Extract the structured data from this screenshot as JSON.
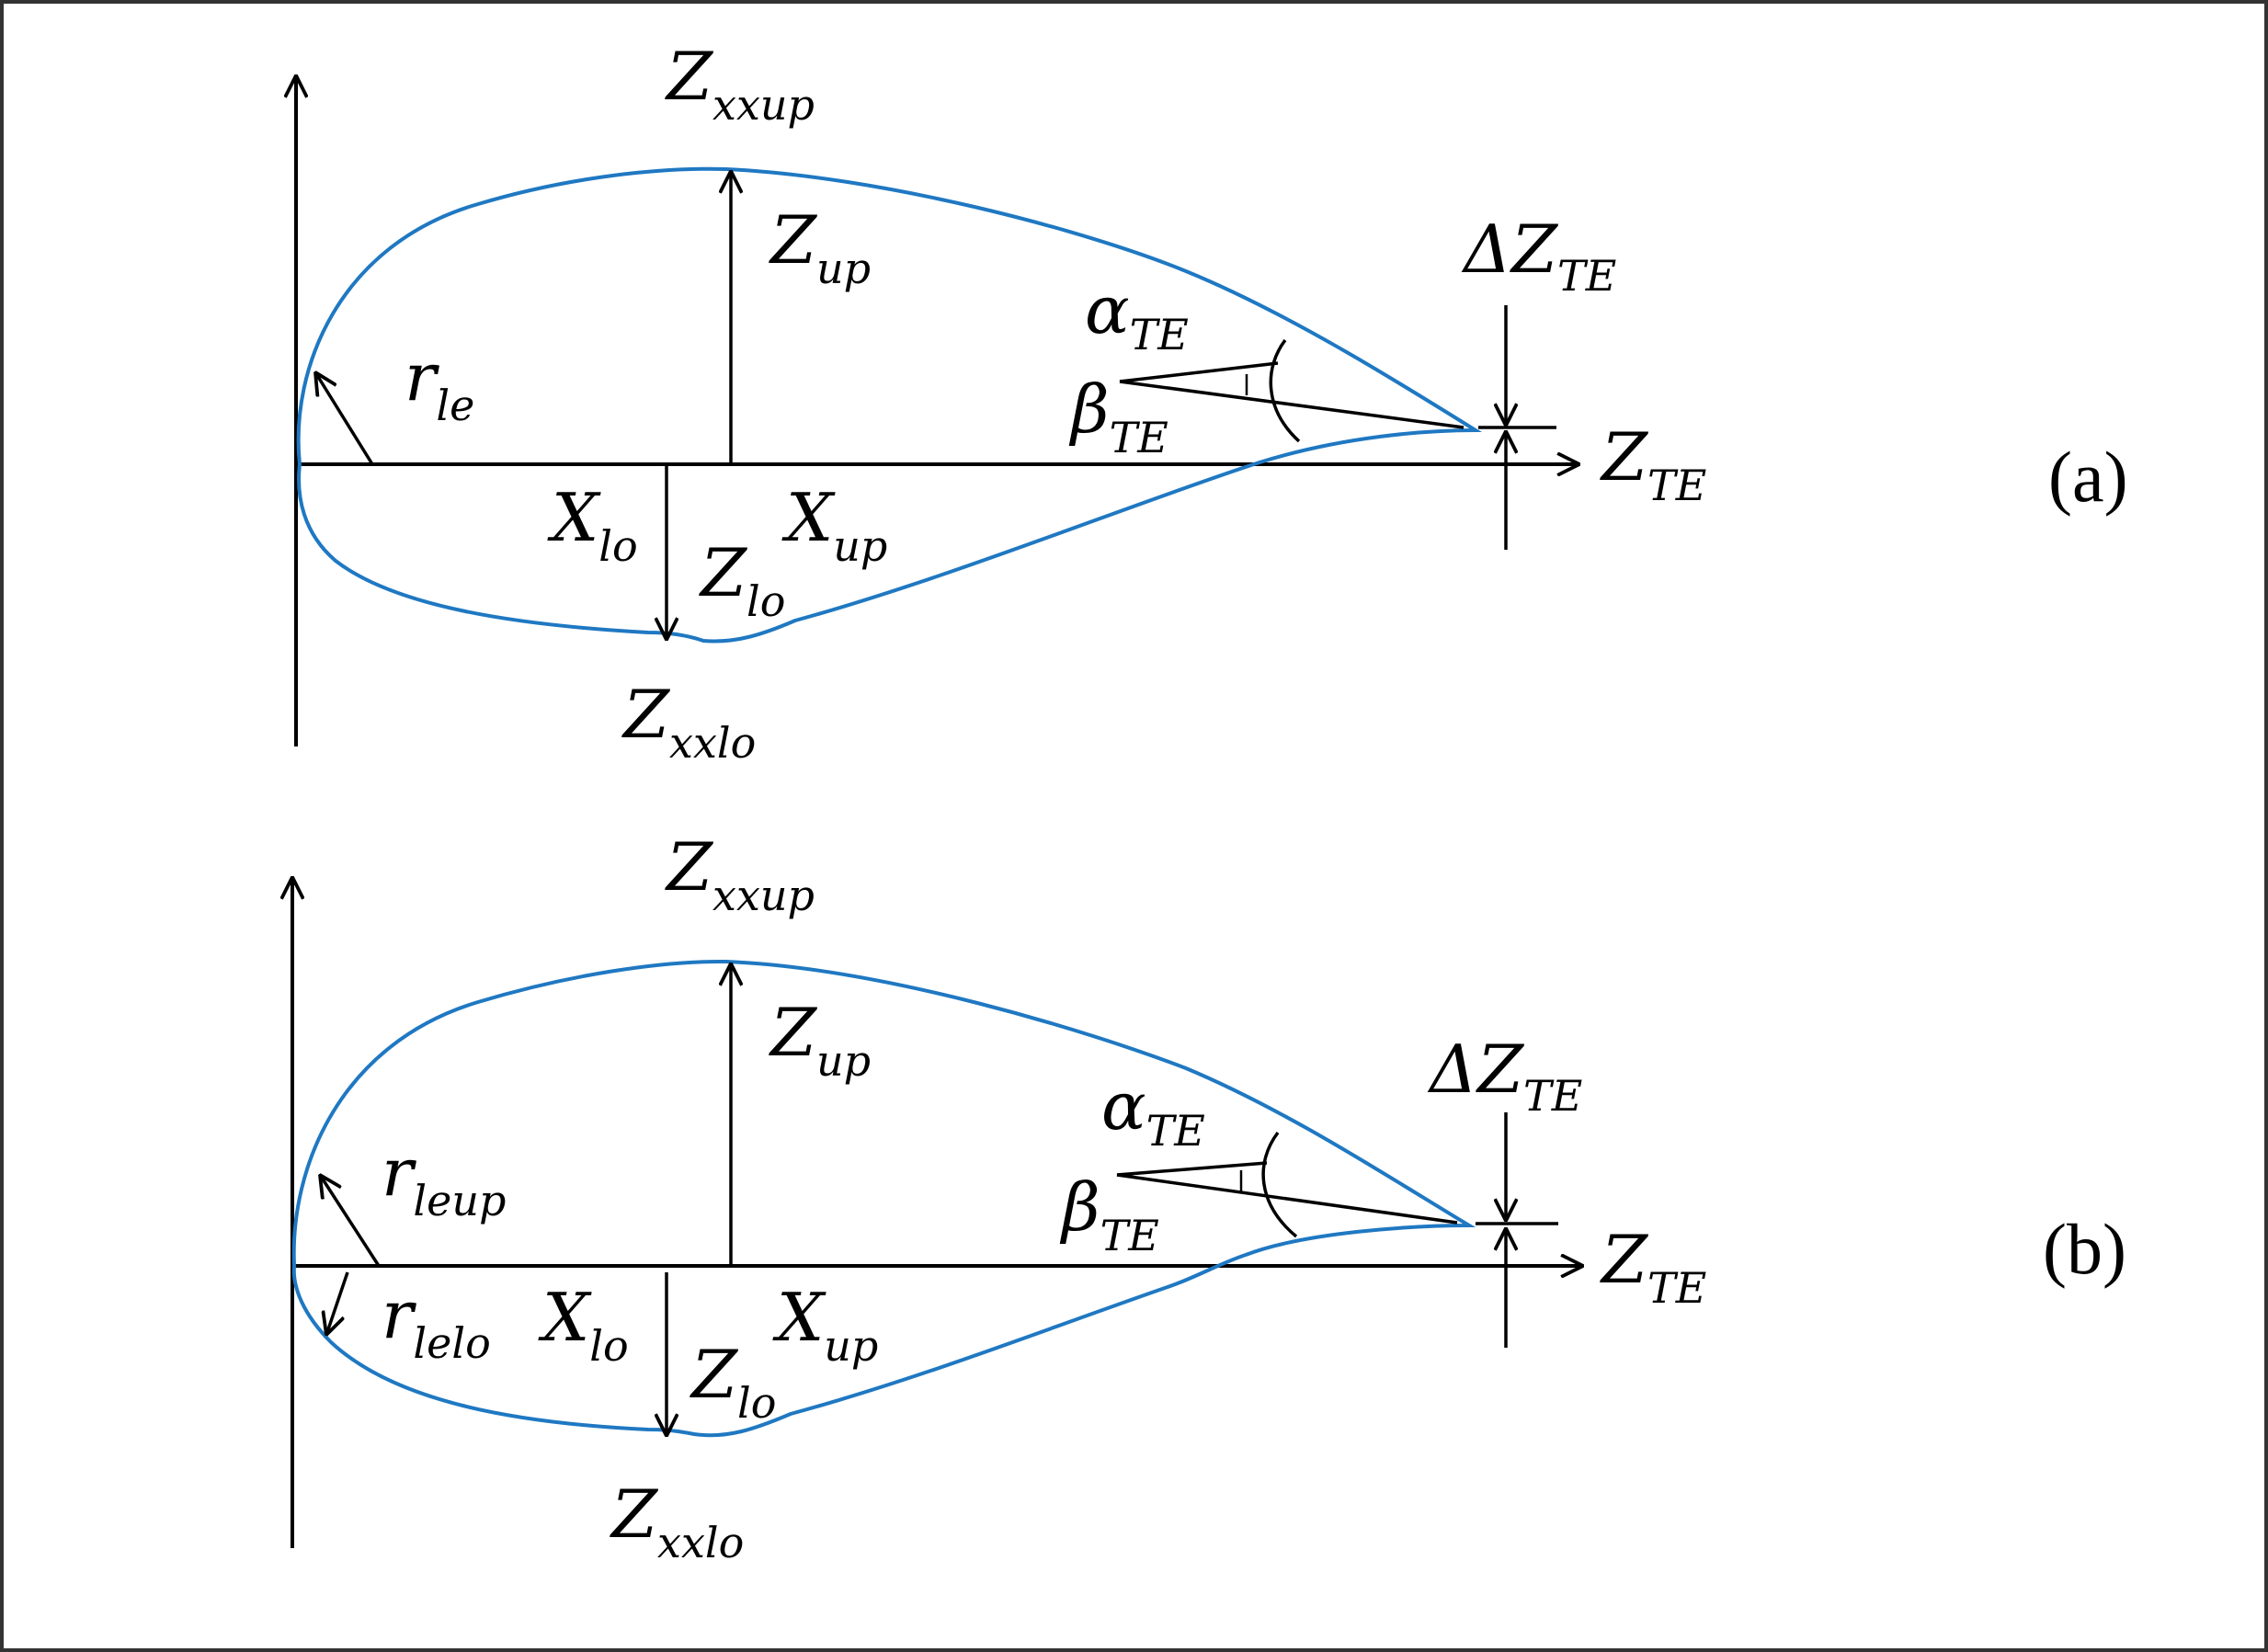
{
  "panels": [
    {
      "id": "a",
      "panel_label": "(a)",
      "labels": {
        "zxxup": {
          "main": "Z",
          "sub": "xxup"
        },
        "zup": {
          "main": "Z",
          "sub": "up"
        },
        "dzte": {
          "main": "ΔZ",
          "sub": "TE"
        },
        "alpha": {
          "main": "α",
          "sub": "TE"
        },
        "beta": {
          "main": "β",
          "sub": "TE"
        },
        "zte": {
          "main": "Z",
          "sub": "TE"
        },
        "rle": {
          "main": "r",
          "sub": "le"
        },
        "xlo": {
          "main": "X",
          "sub": "lo"
        },
        "xup": {
          "main": "X",
          "sub": "up"
        },
        "zlo": {
          "main": "Z",
          "sub": "lo"
        },
        "zxxlo": {
          "main": "Z",
          "sub": "xxlo"
        }
      }
    },
    {
      "id": "b",
      "panel_label": "(b)",
      "labels": {
        "zxxup": {
          "main": "Z",
          "sub": "xxup"
        },
        "zup": {
          "main": "Z",
          "sub": "up"
        },
        "dzte": {
          "main": "ΔZ",
          "sub": "TE"
        },
        "alpha": {
          "main": "α",
          "sub": "TE"
        },
        "beta": {
          "main": "β",
          "sub": "TE"
        },
        "zte": {
          "main": "Z",
          "sub": "TE"
        },
        "rleup": {
          "main": "r",
          "sub": "leup"
        },
        "rlelo": {
          "main": "r",
          "sub": "lelo"
        },
        "xlo": {
          "main": "X",
          "sub": "lo"
        },
        "xup": {
          "main": "X",
          "sub": "up"
        },
        "zlo": {
          "main": "Z",
          "sub": "lo"
        },
        "zxxlo": {
          "main": "Z",
          "sub": "xxlo"
        }
      }
    }
  ],
  "colors": {
    "profile": "#1f78c2",
    "frame": "#333333",
    "ink": "#000000"
  }
}
